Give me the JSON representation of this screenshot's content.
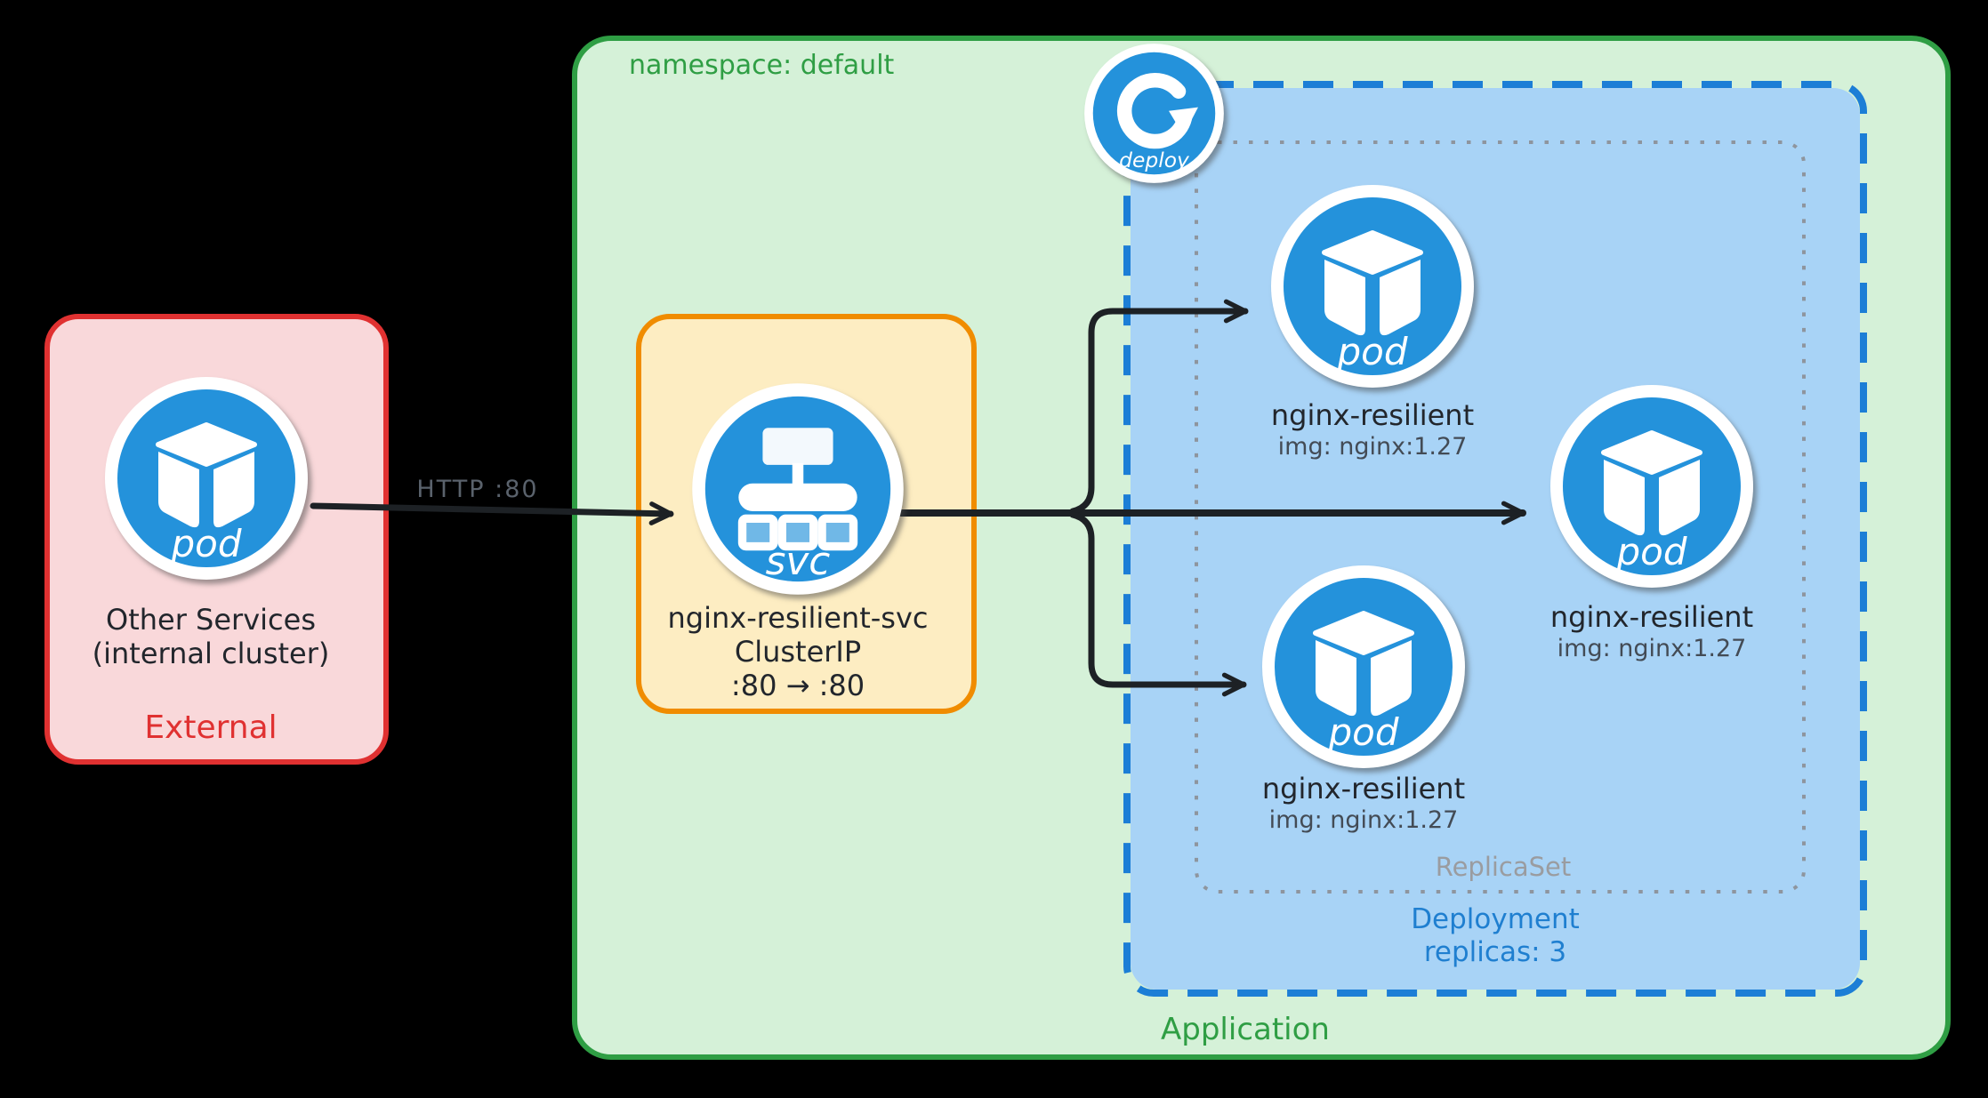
{
  "namespace": {
    "label": "namespace: default",
    "footer": "Application"
  },
  "external": {
    "title": "External",
    "pod": {
      "icon_label": "pod",
      "line1": "Other Services",
      "line2": "(internal cluster)"
    }
  },
  "service": {
    "icon_label": "svc",
    "name": "nginx-resilient-svc",
    "kind": "ClusterIP",
    "ports": ":80 → :80"
  },
  "deployment": {
    "icon_label": "deploy",
    "line1": "Deployment",
    "line2": "replicas: 3"
  },
  "replicaset": {
    "label": "ReplicaSet"
  },
  "pods": [
    {
      "icon_label": "pod",
      "name": "nginx-resilient",
      "image": "img: nginx:1.27"
    },
    {
      "icon_label": "pod",
      "name": "nginx-resilient",
      "image": "img: nginx:1.27"
    },
    {
      "icon_label": "pod",
      "name": "nginx-resilient",
      "image": "img: nginx:1.27"
    }
  ],
  "edges": {
    "http_label": "HTTP :80"
  },
  "colors": {
    "external_border": "#e03131",
    "external_fill": "#f9d8da",
    "external_text": "#e03131",
    "namespace_border": "#2f9e44",
    "namespace_fill": "#d5f1d8",
    "namespace_text": "#2f9e44",
    "service_border": "#f08c00",
    "service_fill": "#fdedc2",
    "deployment_border": "#1c7ed6",
    "deployment_fill": "#a8d3f6",
    "deployment_text": "#1f7fd0",
    "replicaset_border": "#8e959e",
    "replicaset_text": "#9a9ca0",
    "icon_blue": "#2492db",
    "arrow": "#1d2125",
    "text_dark": "#22262c",
    "text_muted": "#434b55",
    "http_label": "#5a626c"
  }
}
